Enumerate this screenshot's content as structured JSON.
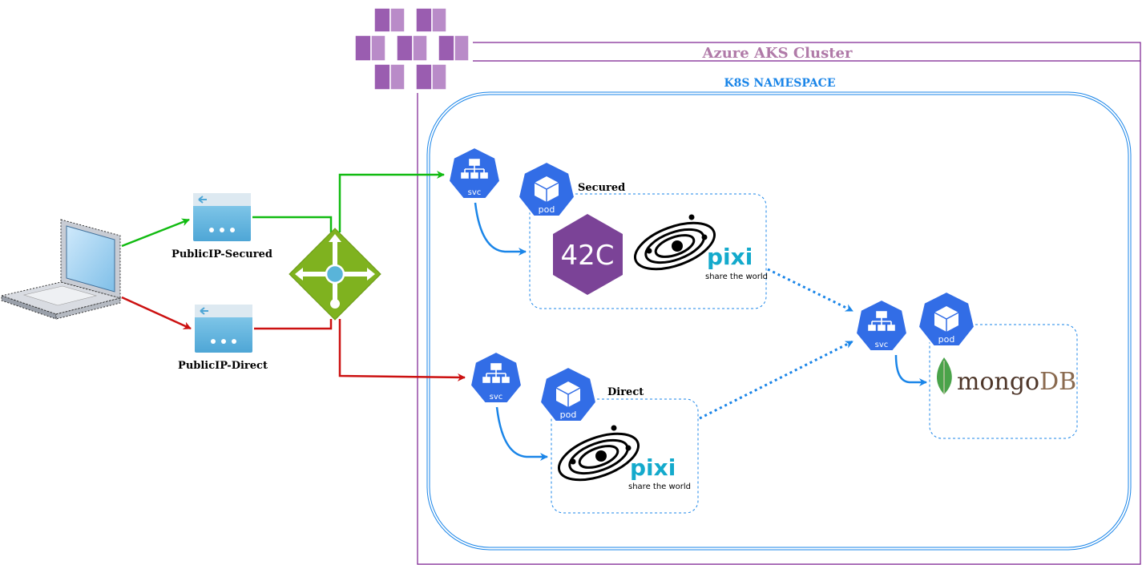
{
  "cluster": {
    "title": "Azure AKS Cluster"
  },
  "namespace": {
    "title": "K8S NAMESPACE"
  },
  "public_ips": [
    {
      "label": "PublicIP-Secured"
    },
    {
      "label": "PublicIP-Direct"
    }
  ],
  "pods": {
    "secured": {
      "label": "Secured",
      "badge": "pod"
    },
    "direct": {
      "label": "Direct",
      "badge": "pod"
    },
    "db": {
      "badge": "pod"
    }
  },
  "services": {
    "secured": {
      "badge": "svc"
    },
    "direct": {
      "badge": "svc"
    },
    "db": {
      "badge": "svc"
    }
  },
  "logos": {
    "app_name": "pixi",
    "app_tagline": "share the world",
    "auth_mark": "42C",
    "db_name_prefix": "mongo",
    "db_name_suffix": "DB"
  },
  "colors": {
    "cluster": "#7a1d8f",
    "cluster_title": "#b07aa8",
    "namespace": "#1a85e8",
    "secured_link": "#11bb11",
    "direct_link": "#cc1111",
    "k8s_blue": "#326de6",
    "gateway": "#7fb21f",
    "auth_purple": "#7b4397",
    "pixi": "#14aacc",
    "mongo_leaf": "#4aa34a",
    "mongo_text": "#4e3629"
  }
}
